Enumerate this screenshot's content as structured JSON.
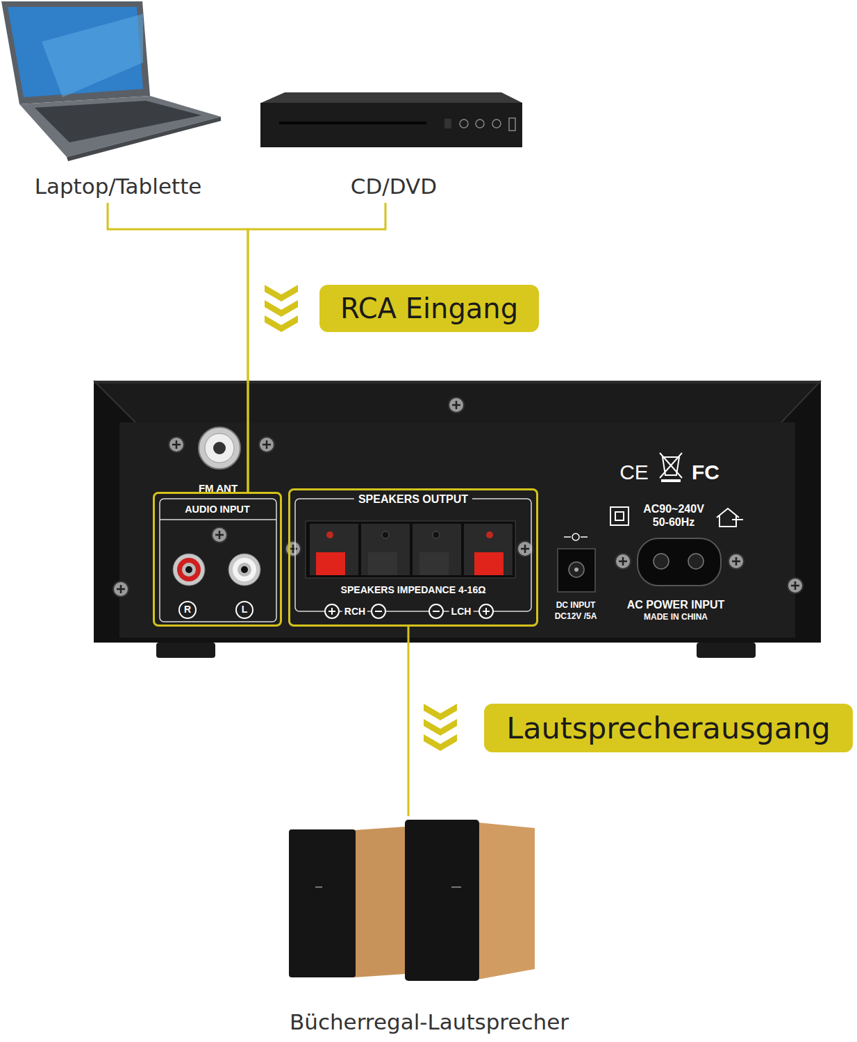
{
  "diagram": {
    "nodes": [
      {
        "text": [
          "Laptop/Tablette"
        ]
      },
      {
        "text": [
          "CD/DVD"
        ]
      },
      {
        "text": [
          "RCA Eingang"
        ]
      },
      {
        "text": [
          "AUDIO INPUT"
        ]
      },
      {
        "text": [
          "SPEAKERS OUTPUT",
          "SPEAKERS IMPEDANCE 4-16Ω"
        ]
      },
      {
        "text": [
          "Lautsprecherausgang"
        ]
      },
      {
        "text": [
          "Bücherregal-Lautsprecher"
        ]
      }
    ],
    "edges": [
      {
        "from": 0,
        "to": 3,
        "arrow": "none"
      },
      {
        "from": 1,
        "to": 3,
        "arrow": "none"
      },
      {
        "from": 4,
        "to": 6,
        "arrow": "none"
      }
    ],
    "labels": [
      "FM ANT",
      "R",
      "L",
      "RCH",
      "LCH",
      "CE",
      "FC",
      "AC90~240V",
      "50-60Hz",
      "DC INPUT",
      "DC12V /5A",
      "AC POWER INPUT",
      "MADE IN CHINA"
    ]
  }
}
